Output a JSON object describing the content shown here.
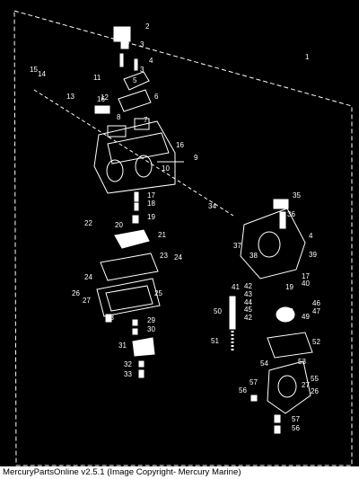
{
  "diagram": {
    "background": "#000000",
    "ink": "#ffffff",
    "callouts": [
      "1",
      "2",
      "3",
      "3",
      "4",
      "5",
      "6",
      "7",
      "8",
      "9",
      "10",
      "11",
      "12",
      "13",
      "14",
      "15",
      "16",
      "16",
      "17",
      "18",
      "19",
      "20",
      "21",
      "22",
      "23",
      "24",
      "24",
      "25",
      "26",
      "27",
      "28",
      "29",
      "30",
      "31",
      "32",
      "33",
      "34",
      "35",
      "36",
      "37",
      "38",
      "39",
      "4",
      "40",
      "17",
      "41",
      "42",
      "43",
      "44",
      "45",
      "42",
      "46",
      "47",
      "48",
      "49",
      "19",
      "50",
      "51",
      "52",
      "53",
      "54",
      "55",
      "56",
      "57",
      "26",
      "27",
      "57",
      "56"
    ]
  },
  "footer": {
    "text": "MercuryPartsOnline v2.5.1 (Image Copyright- Mercury Marine)"
  }
}
